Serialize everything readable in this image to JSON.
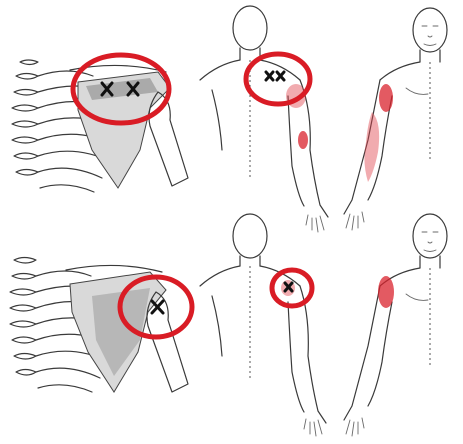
{
  "colors": {
    "highlight_circle": "#d91c25",
    "referred_pain": "#d9232e",
    "trigger_point_mark": "#111111",
    "line_art": "#3a3a3a"
  },
  "panels": [
    {
      "row": "top",
      "view": "skeleton-posterior",
      "icon": "scapula-skeleton-illustration",
      "trigger_points_marked": 2
    },
    {
      "row": "top",
      "view": "body-posterior-anterior",
      "icon": "body-pain-map-illustration",
      "trigger_points_marked": 2
    },
    {
      "row": "bottom",
      "view": "skeleton-posterior",
      "icon": "scapula-skeleton-illustration",
      "trigger_points_marked": 1
    },
    {
      "row": "bottom",
      "view": "body-posterior-anterior",
      "icon": "body-pain-map-illustration",
      "trigger_points_marked": 1
    }
  ]
}
